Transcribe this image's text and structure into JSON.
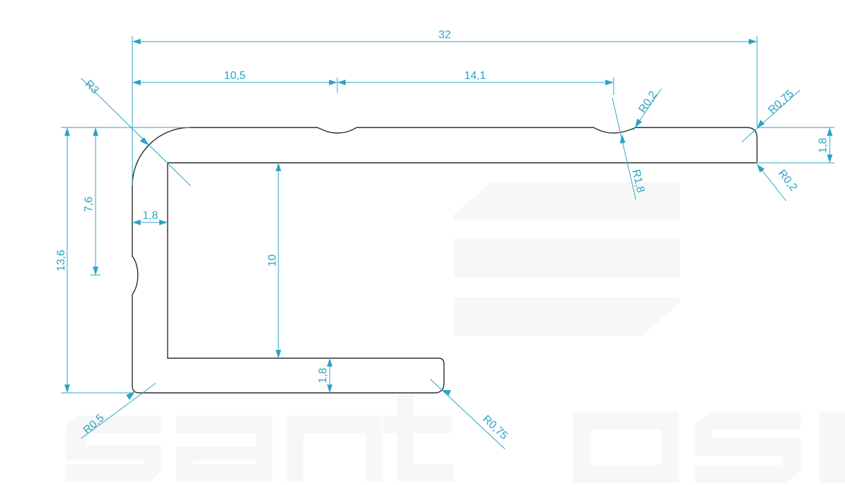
{
  "drawing": {
    "type": "profile cross-section",
    "watermark": {
      "text": "santos",
      "color": "#f8f7f7"
    },
    "colors": {
      "profile_line": "#2b2b2b",
      "dimension": "#29a3c6",
      "background": "#ffffff"
    },
    "dimensions": {
      "overall_width": "32",
      "left_to_groove": "10,5",
      "groove_to_groove": "14,1",
      "overall_height": "13,6",
      "left_groove_position": "7,6",
      "wall_thickness_left": "1,8",
      "inner_height": "10",
      "bottom_arm_thickness": "1,8",
      "top_arm_thickness": "1,8"
    },
    "radii": {
      "outer_top_left": "R3",
      "groove_edge": "R0,2",
      "groove": "R1,8",
      "top_right_outer": "R0,75",
      "top_right_inner": "R0,2",
      "bottom_left": "R0,5",
      "bottom_right": "R0,75"
    }
  }
}
